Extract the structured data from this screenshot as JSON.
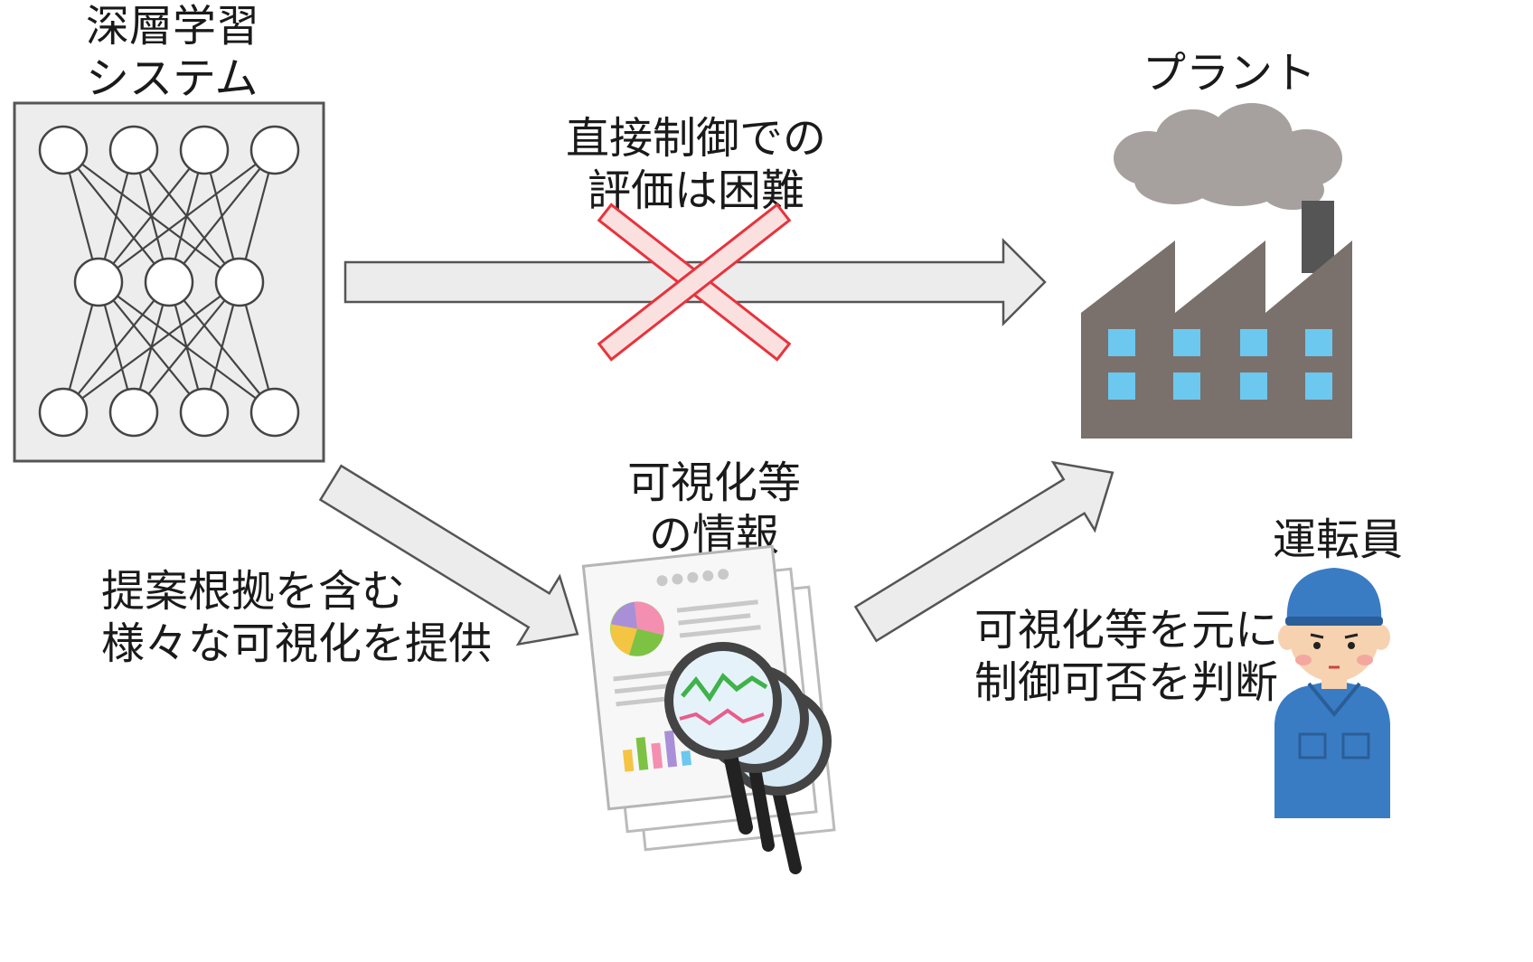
{
  "labels": {
    "dl_system": [
      "深層学習",
      "システム"
    ],
    "plant": "プラント",
    "direct": [
      "直接制御での",
      "評価は困難"
    ],
    "vis_info": [
      "可視化等",
      "の情報"
    ],
    "provide": [
      "提案根拠を含む",
      "様々な可視化を提供"
    ],
    "operator": "運転員",
    "judge": [
      "可視化等を元に",
      "制御可否を判断"
    ]
  },
  "network": {
    "layers": [
      4,
      3,
      4
    ]
  },
  "colors": {
    "arrow_fill": "#ececec",
    "arrow_stroke": "#555555",
    "cross": "#e8333c",
    "cross_fill": "#fbe0e0",
    "factory": "#7a716c",
    "smoke": "#a6a19e",
    "window": "#6cc8ef",
    "uniform": "#3a7cc4",
    "skin": "#f7d2b0"
  },
  "icons": [
    "neural-network-icon",
    "factory-icon",
    "report-magnifier-icon",
    "operator-icon",
    "cross-icon"
  ]
}
